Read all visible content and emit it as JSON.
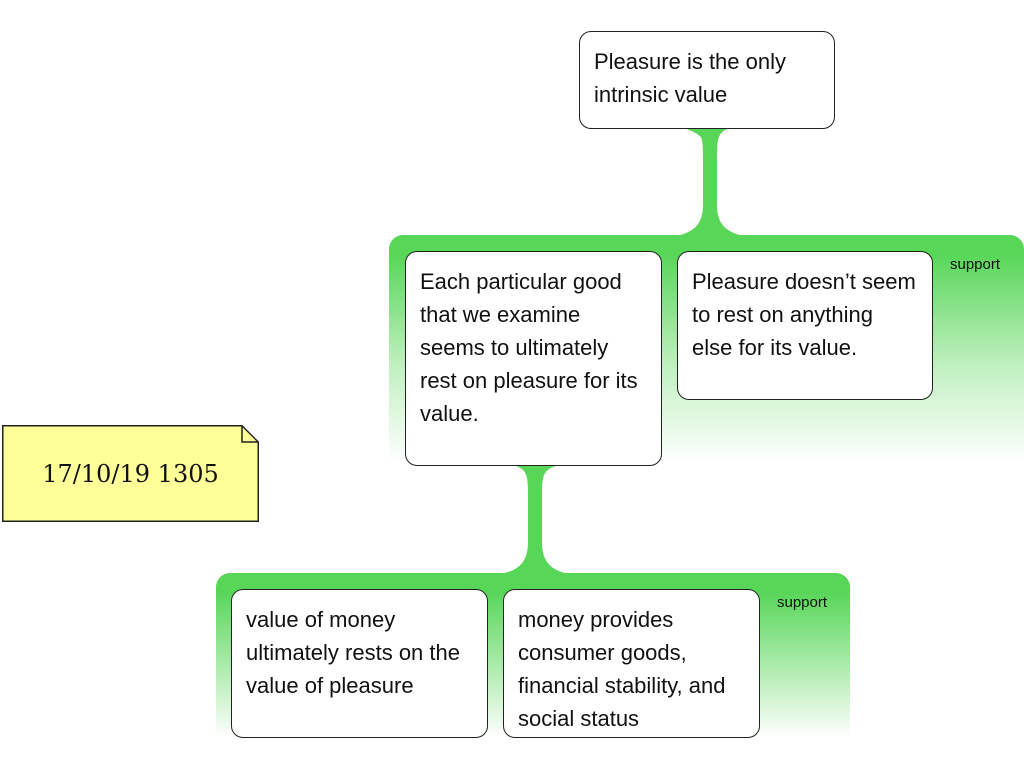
{
  "diagram": {
    "root_claim": "Pleasure is the only intrinsic value",
    "upper_group": {
      "label": "support",
      "claims": [
        "Each particular good that we examine seems to ultimately rest on pleasure for its value.",
        "Pleasure doesn’t seem to rest on anything else for its value."
      ]
    },
    "lower_group": {
      "label": "support",
      "claims": [
        "value of money ultimately rests on the value of pleasure",
        "money provides consumer goods, financial stability, and social status"
      ]
    },
    "sticky_note": {
      "text": "17/10/19 1305"
    }
  },
  "colors": {
    "support_green": "#57d657",
    "note_yellow": "#ffff99",
    "box_border": "#222222"
  }
}
